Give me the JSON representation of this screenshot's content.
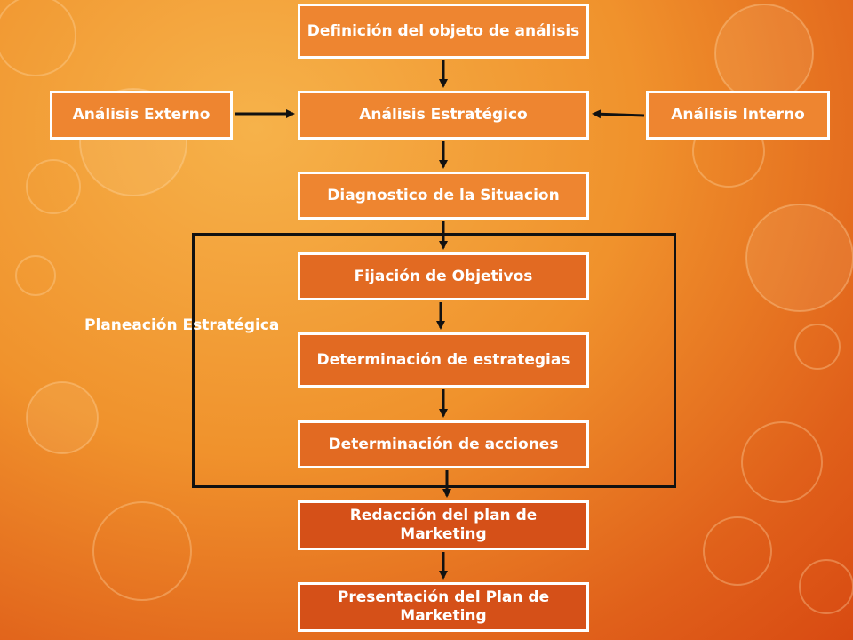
{
  "diagram": {
    "nodes": {
      "definicion": "Definición del objeto de análisis",
      "externo": "Análisis Externo",
      "estrategico": "Análisis Estratégico",
      "interno": "Análisis Interno",
      "diagnostico": "Diagnostico de la Situacion",
      "objetivos": "Fijación de Objetivos",
      "estrategias": "Determinación de estrategias",
      "acciones": "Determinación de acciones",
      "redaccion": "Redacción del plan de Marketing",
      "presentacion": "Presentación del Plan de Marketing"
    },
    "group_label": "Planeación Estratégica",
    "edges": [
      [
        "definicion",
        "estrategico"
      ],
      [
        "externo",
        "estrategico"
      ],
      [
        "interno",
        "estrategico"
      ],
      [
        "estrategico",
        "diagnostico"
      ],
      [
        "diagnostico",
        "objetivos"
      ],
      [
        "objetivos",
        "estrategias"
      ],
      [
        "estrategias",
        "acciones"
      ],
      [
        "acciones",
        "redaccion"
      ],
      [
        "redaccion",
        "presentacion"
      ]
    ]
  },
  "colors": {
    "box_border": "#ffffff",
    "arrow": "#111111",
    "text": "#ffffff"
  }
}
